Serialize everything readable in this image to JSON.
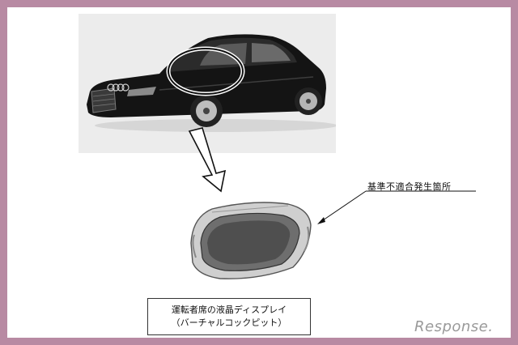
{
  "callout": {
    "label": "基準不適合発生箇所"
  },
  "caption": {
    "line1": "運転者席の液晶ディスプレイ",
    "line2": "（バーチャルコックピット）"
  },
  "watermark": {
    "text": "Response."
  }
}
